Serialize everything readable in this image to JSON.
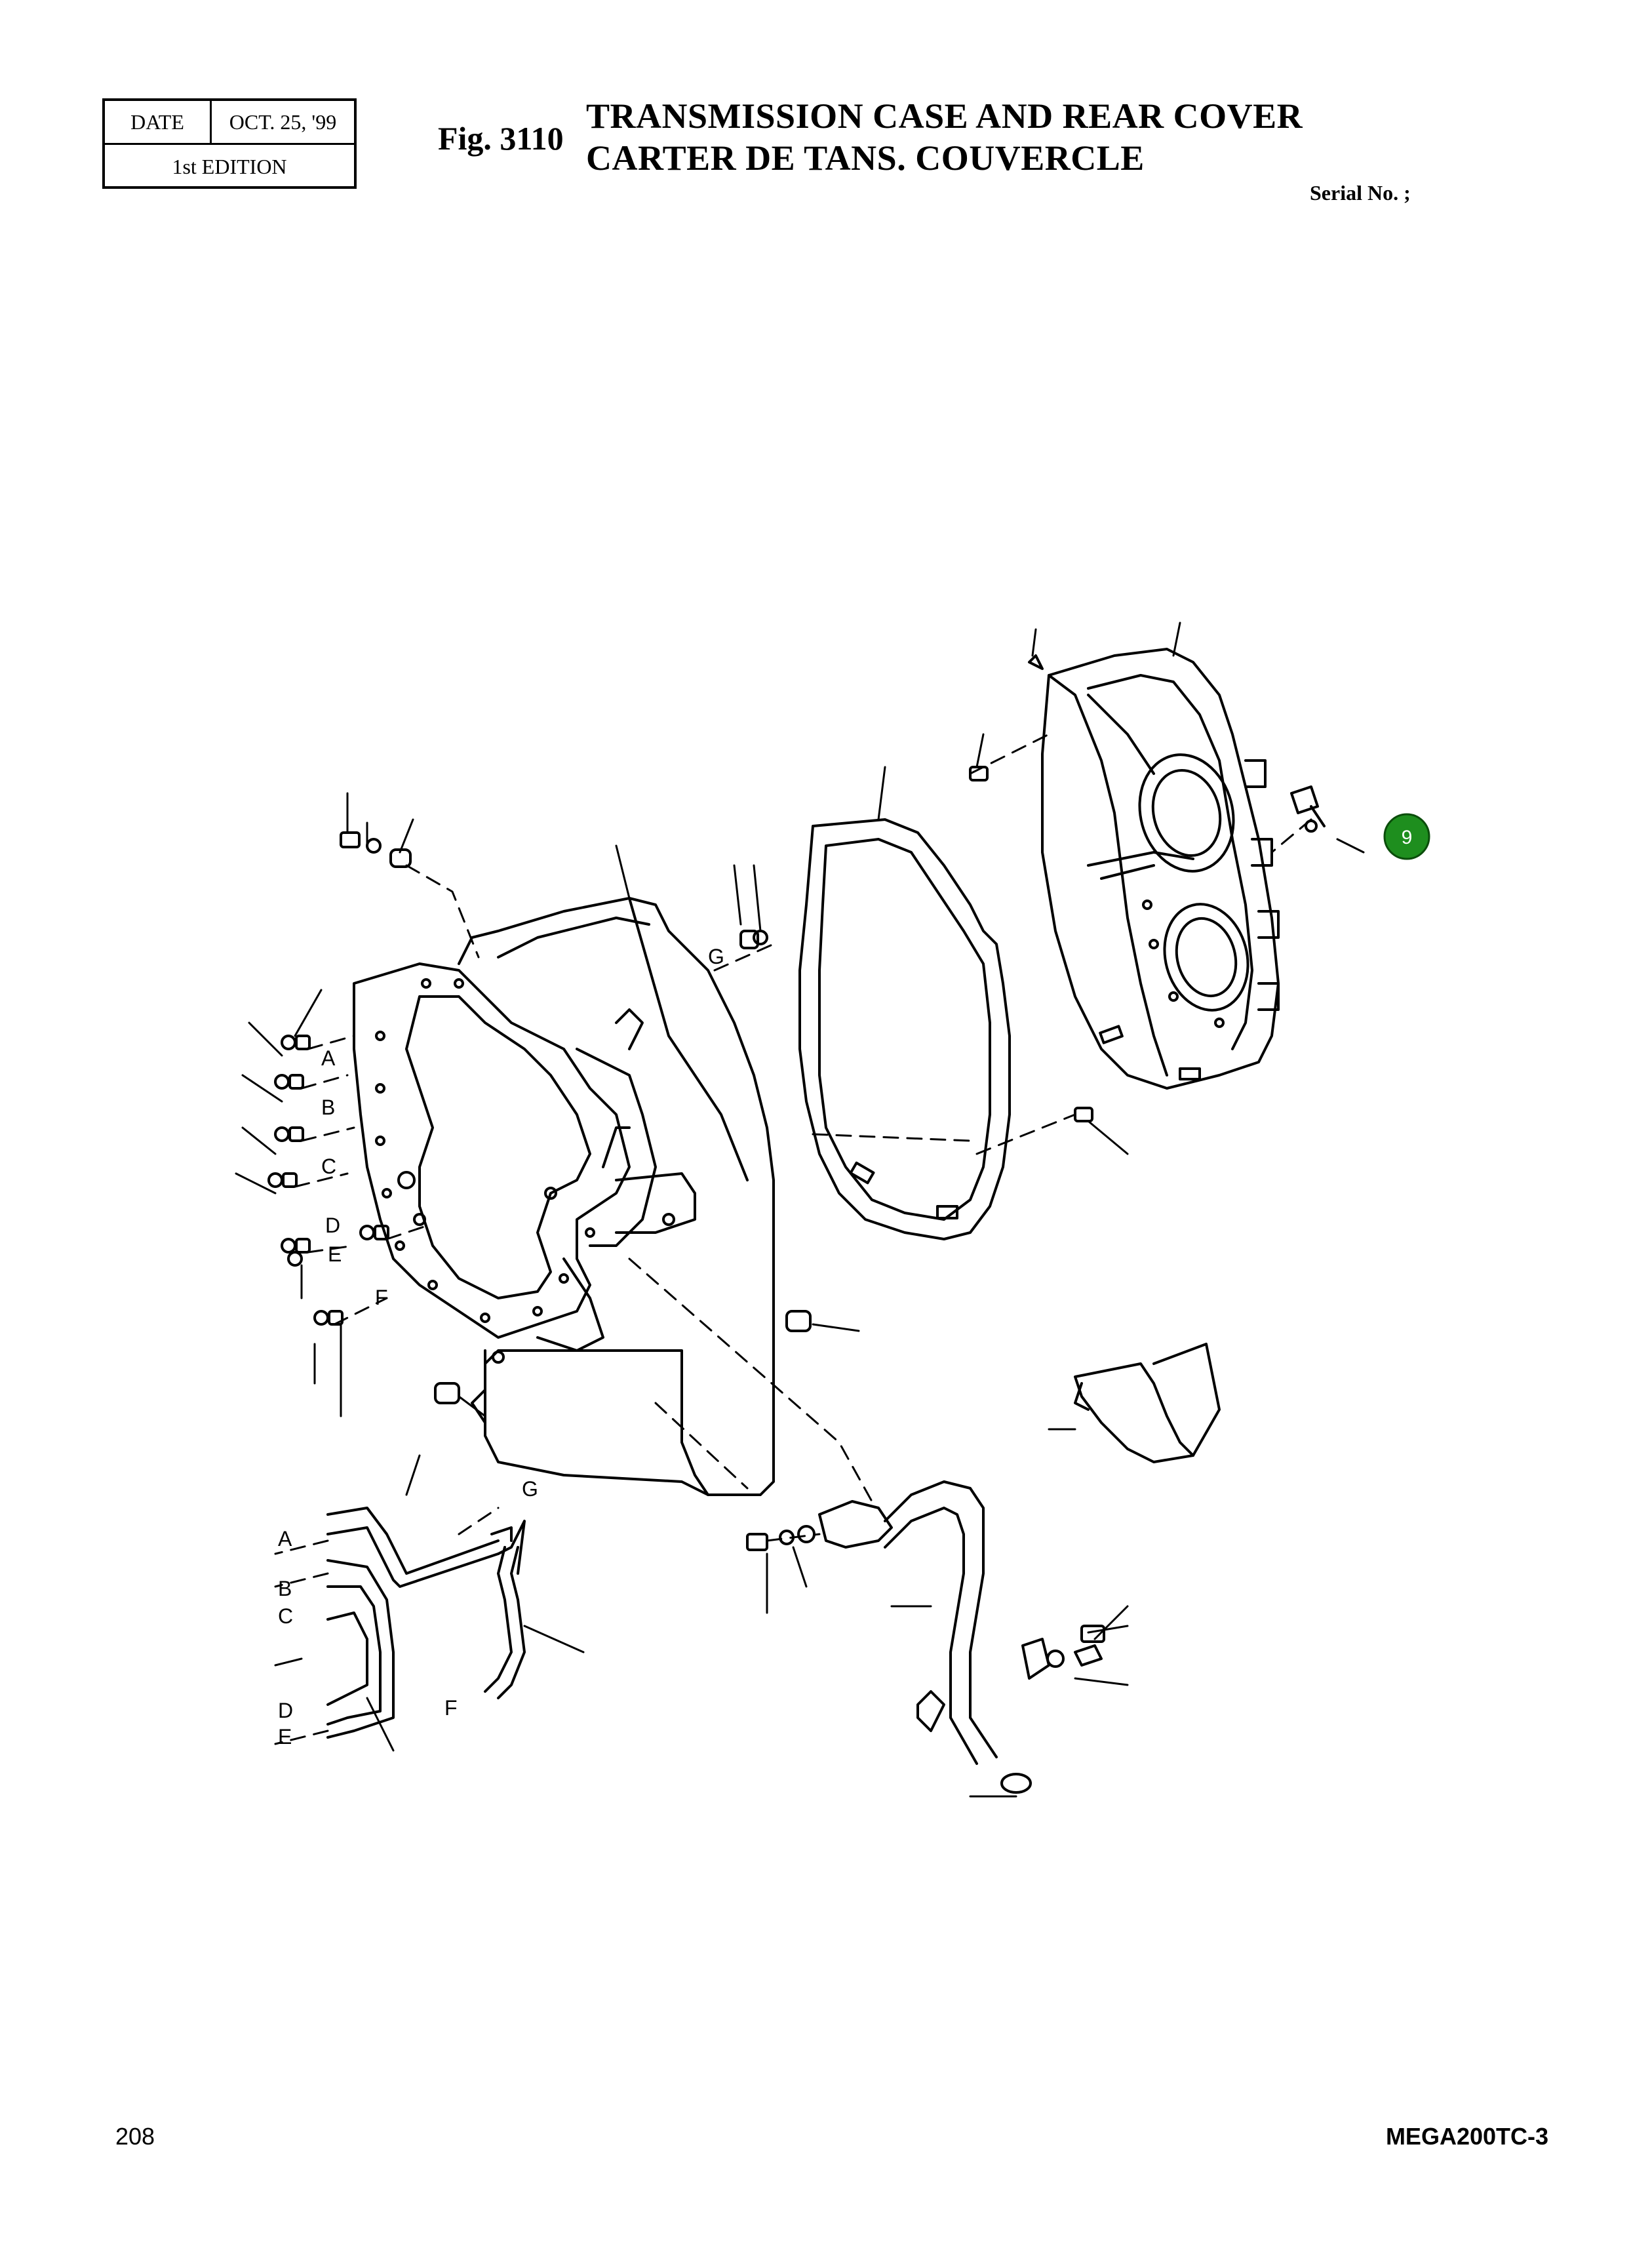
{
  "header": {
    "date_label": "DATE",
    "date_value": "OCT. 25, '99",
    "edition": "1st EDITION",
    "fig_label": "Fig. 3110",
    "title_en": "TRANSMISSION CASE AND REAR COVER",
    "title_fr": "CARTER DE TANS. COUVERCLE",
    "serial": "Serial No. ;"
  },
  "diagram": {
    "callout": {
      "label": "9",
      "color": "#1e8e1e"
    },
    "letters": {
      "A": "A",
      "B": "B",
      "C": "C",
      "D": "D",
      "E": "E",
      "F": "F",
      "G": "G"
    }
  },
  "footer": {
    "page": "208",
    "model": "MEGA200TC-3"
  }
}
